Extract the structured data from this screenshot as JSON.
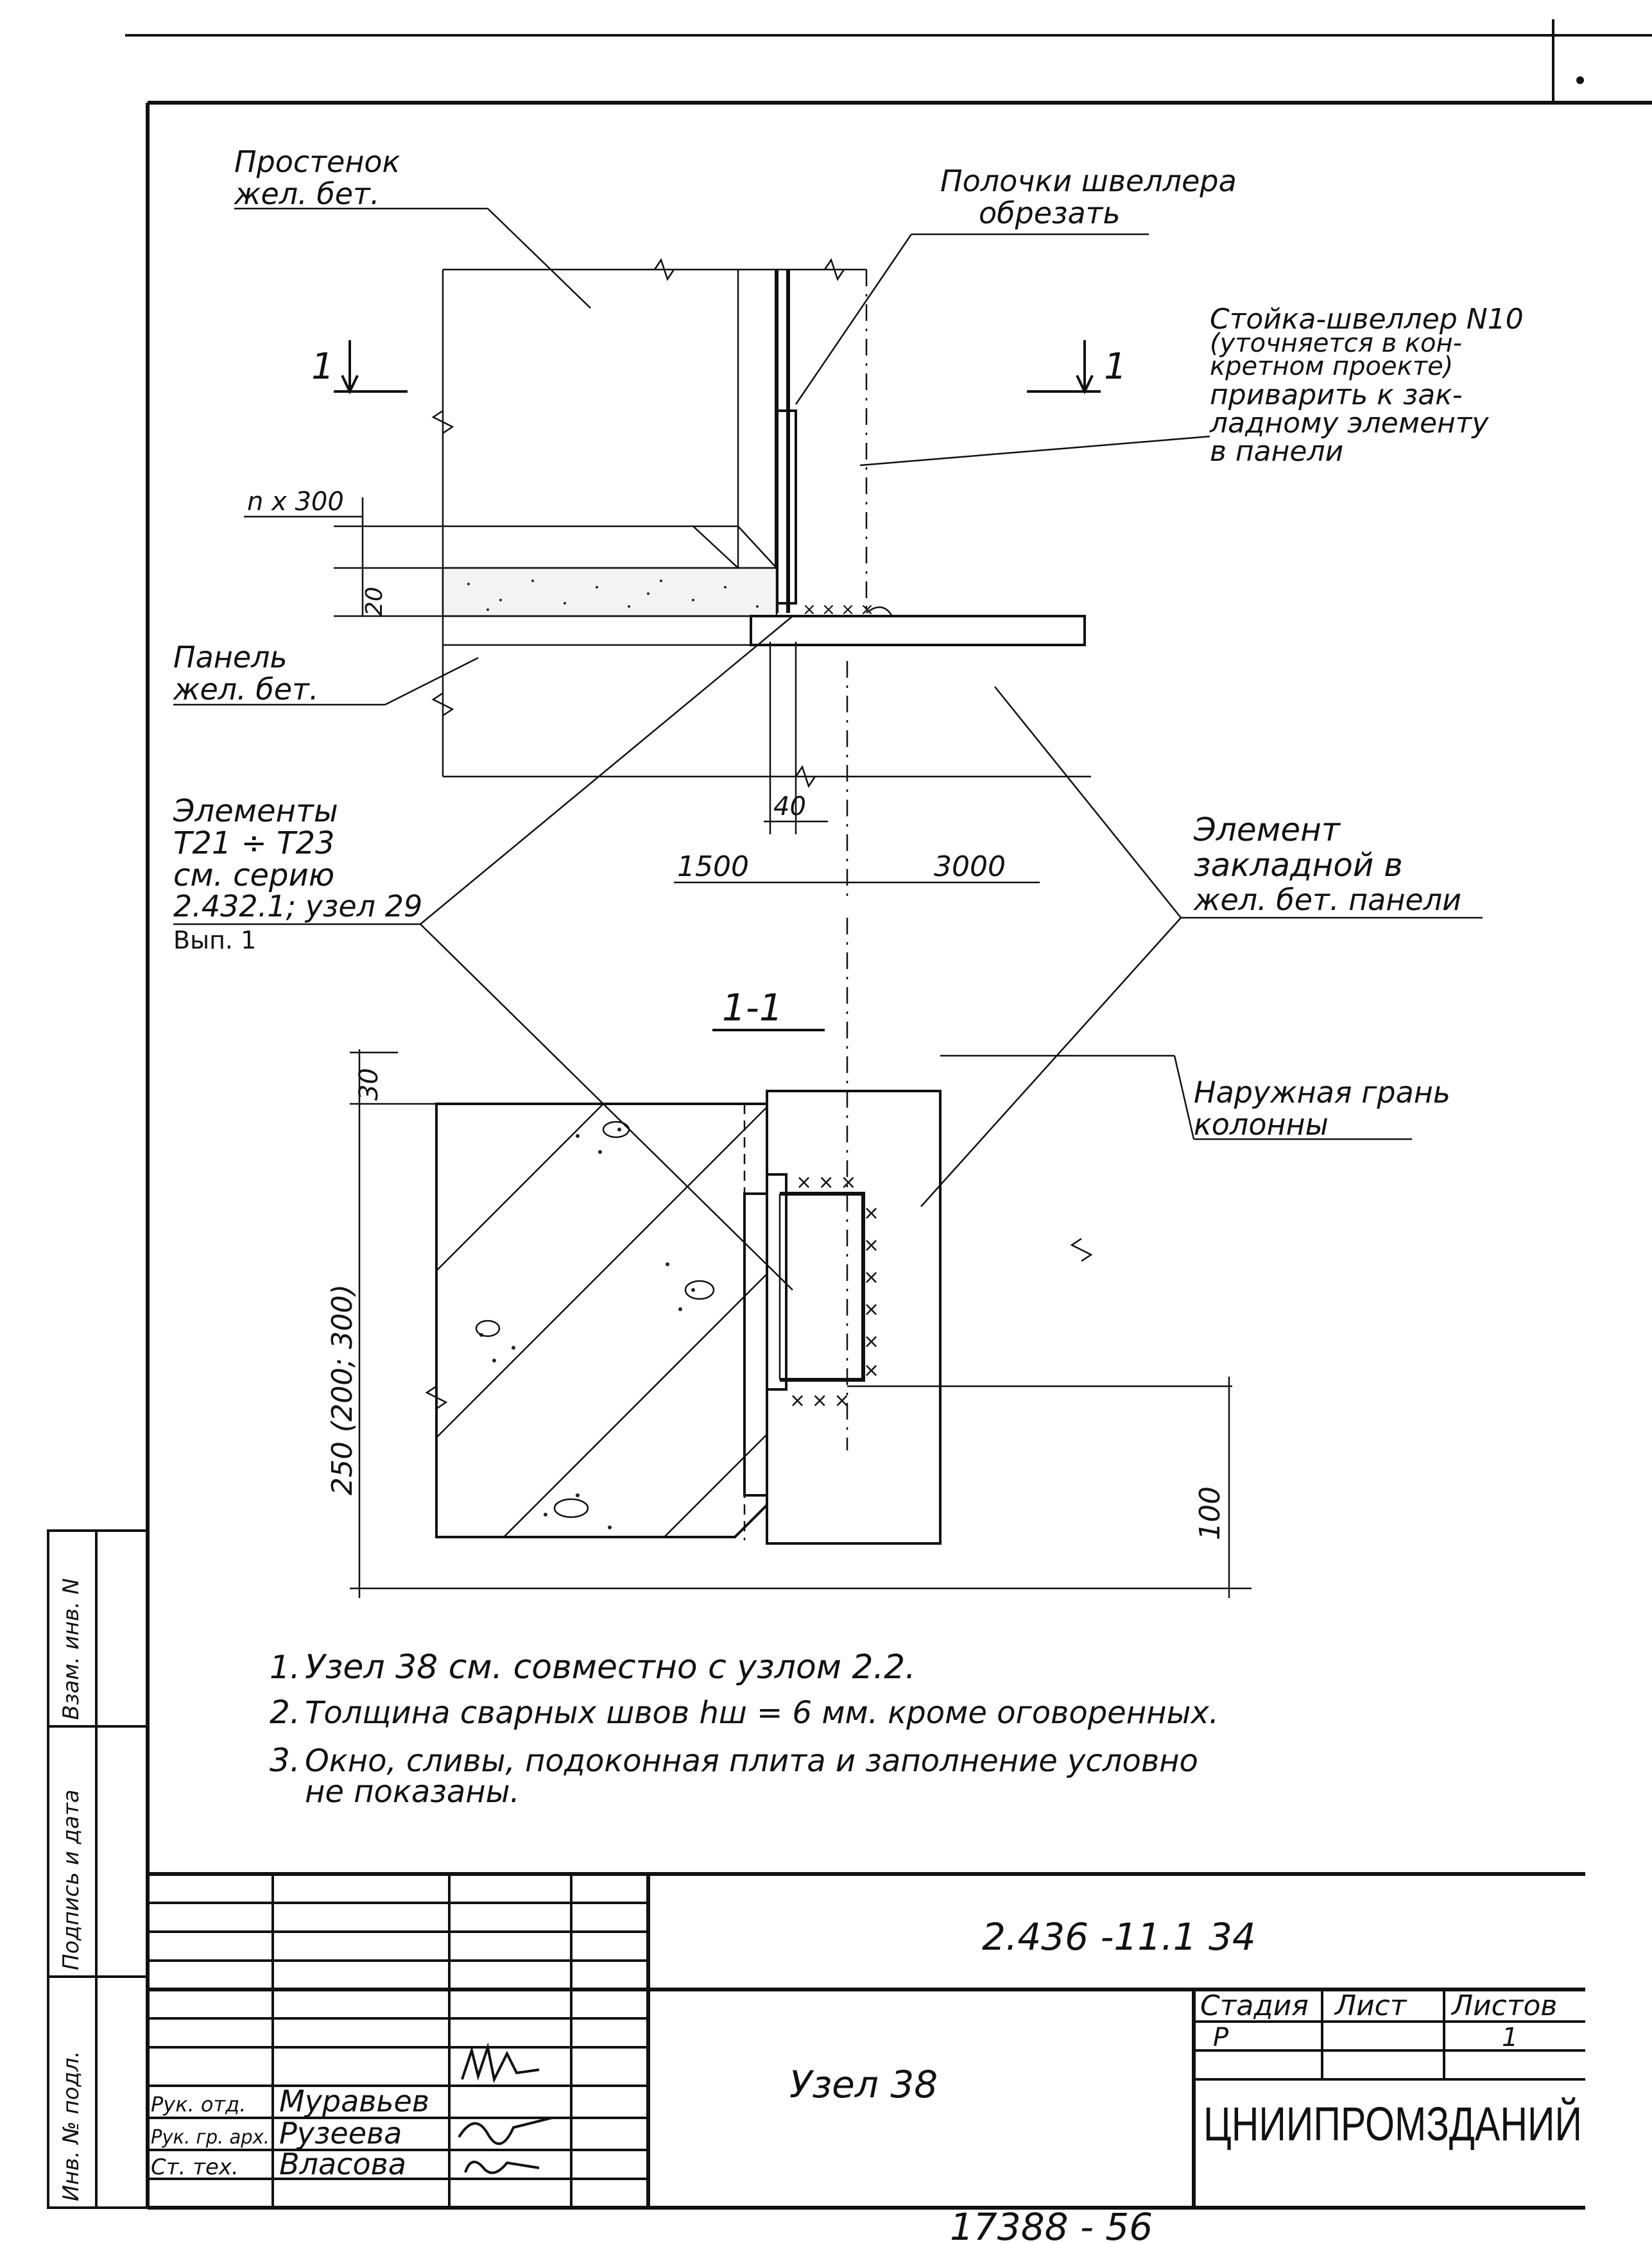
{
  "callouts": {
    "prostenok": [
      "Простенок",
      "жел. бет."
    ],
    "polochki": [
      "Полочки швеллера",
      "обрезать"
    ],
    "stoika": [
      "Стойка-швеллер N10",
      "(уточняется в кон-",
      "кретном проекте)",
      "приварить к зак-",
      "ладному элементу",
      "в панели"
    ],
    "panel": [
      "Панель",
      "жел. бет."
    ],
    "elementy": [
      "Элементы",
      "Т21 ÷ Т23",
      "см. серию",
      "2.432.1; узел 29"
    ],
    "elementy_sub": "Вып. 1",
    "element_zakl": [
      "Элемент",
      "закладной в",
      "жел. бет. панели"
    ],
    "naruzh": [
      "Наружная грань",
      "колонны"
    ]
  },
  "marks": {
    "section_mark": "1",
    "nx300": "n x 300",
    "dim_20": "20",
    "dim_40": "40",
    "dim_1500": "1500",
    "dim_3000": "3000",
    "section_title": "1-1",
    "dim_30": "30",
    "dim_250": "250 (200; 300)",
    "dim_100": "100"
  },
  "notes": [
    {
      "num": "1.",
      "text": "Узел 38 см. совместно с узлом 2.2."
    },
    {
      "num": "2.",
      "text": "Толщина сварных швов hш = 6 мм. кроме оговоренных."
    },
    {
      "num": "3.",
      "text": "Окно, сливы, подоконная плита и заполнение условно"
    },
    {
      "num": "",
      "text": "не показаны."
    }
  ],
  "stamp": {
    "doc_code": "2.436 -11.1 34",
    "title": "Узел 38",
    "col_stage": "Стадия",
    "col_sheet": "Лист",
    "col_sheets": "Листов",
    "stage": "Р",
    "sheet": "1",
    "org": "ЦНИИПРОМЗДАНИЙ",
    "people": [
      {
        "role": "Рук. отд.",
        "name": "Муравьев"
      },
      {
        "role": "Рук. гр. арх.",
        "name": "Рузеева"
      },
      {
        "role": "Ст. тех.",
        "name": "Власова"
      }
    ]
  },
  "side_columns": [
    "Инв. № подл.",
    "Подпись и дата",
    "Взам. инв. N"
  ],
  "footer_number": "17388 - 56"
}
